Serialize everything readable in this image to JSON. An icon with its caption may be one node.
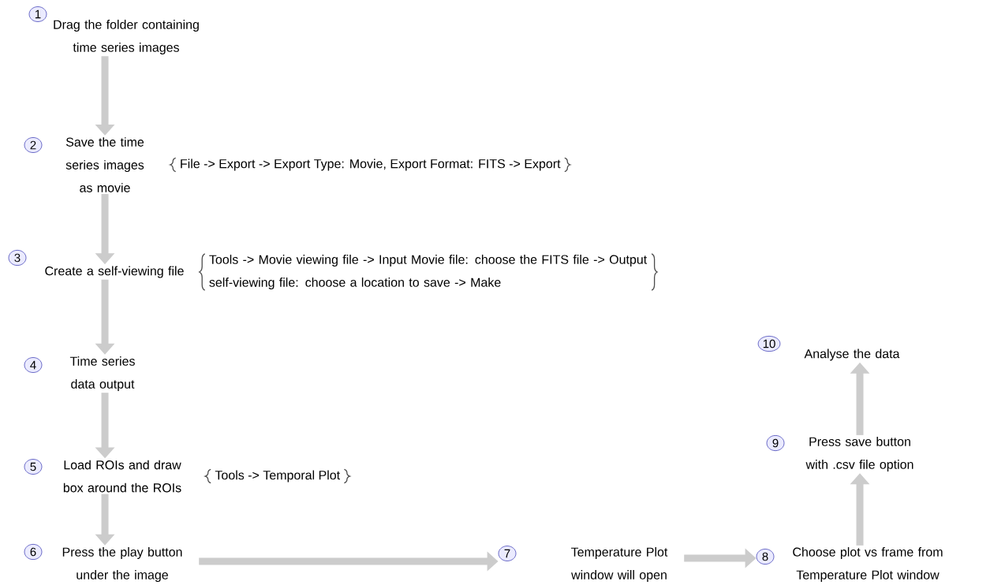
{
  "diagram": {
    "nodes": [
      {
        "text": [
          "1",
          "Drag the folder containing time series images"
        ]
      },
      {
        "text": [
          "2",
          "Save the time series images as movie"
        ]
      },
      {
        "text": [
          "3",
          "Create a self-viewing file"
        ]
      },
      {
        "text": [
          "4",
          "Time series data output"
        ]
      },
      {
        "text": [
          "5",
          "Load ROIs and draw box around the ROIs"
        ]
      },
      {
        "text": [
          "6",
          "Press the play button under the image"
        ]
      },
      {
        "text": [
          "7",
          "Temperature Plot window will open"
        ]
      },
      {
        "text": [
          "8",
          "Choose plot vs frame from Temperature Plot window"
        ]
      },
      {
        "text": [
          "9",
          "Press save button with .csv file option"
        ]
      },
      {
        "text": [
          "10",
          "Analyse the data"
        ]
      }
    ],
    "edges": [
      {
        "from": 0,
        "to": 1,
        "arrow": "to"
      },
      {
        "from": 1,
        "to": 2,
        "arrow": "to"
      },
      {
        "from": 2,
        "to": 3,
        "arrow": "to"
      },
      {
        "from": 3,
        "to": 4,
        "arrow": "to"
      },
      {
        "from": 4,
        "to": 5,
        "arrow": "to"
      },
      {
        "from": 5,
        "to": 6,
        "arrow": "to"
      },
      {
        "from": 6,
        "to": 7,
        "arrow": "to"
      },
      {
        "from": 7,
        "to": 8,
        "arrow": "to"
      },
      {
        "from": 8,
        "to": 9,
        "arrow": "to"
      }
    ],
    "labels": [
      "File -> Export -> Export Type: Movie, Export Format: FITS -> Export",
      "Tools -> Movie viewing file -> Input Movie file: choose the FITS file -> Output self-viewing file: choose a location to save -> Make",
      "Tools -> Temporal Plot"
    ]
  }
}
